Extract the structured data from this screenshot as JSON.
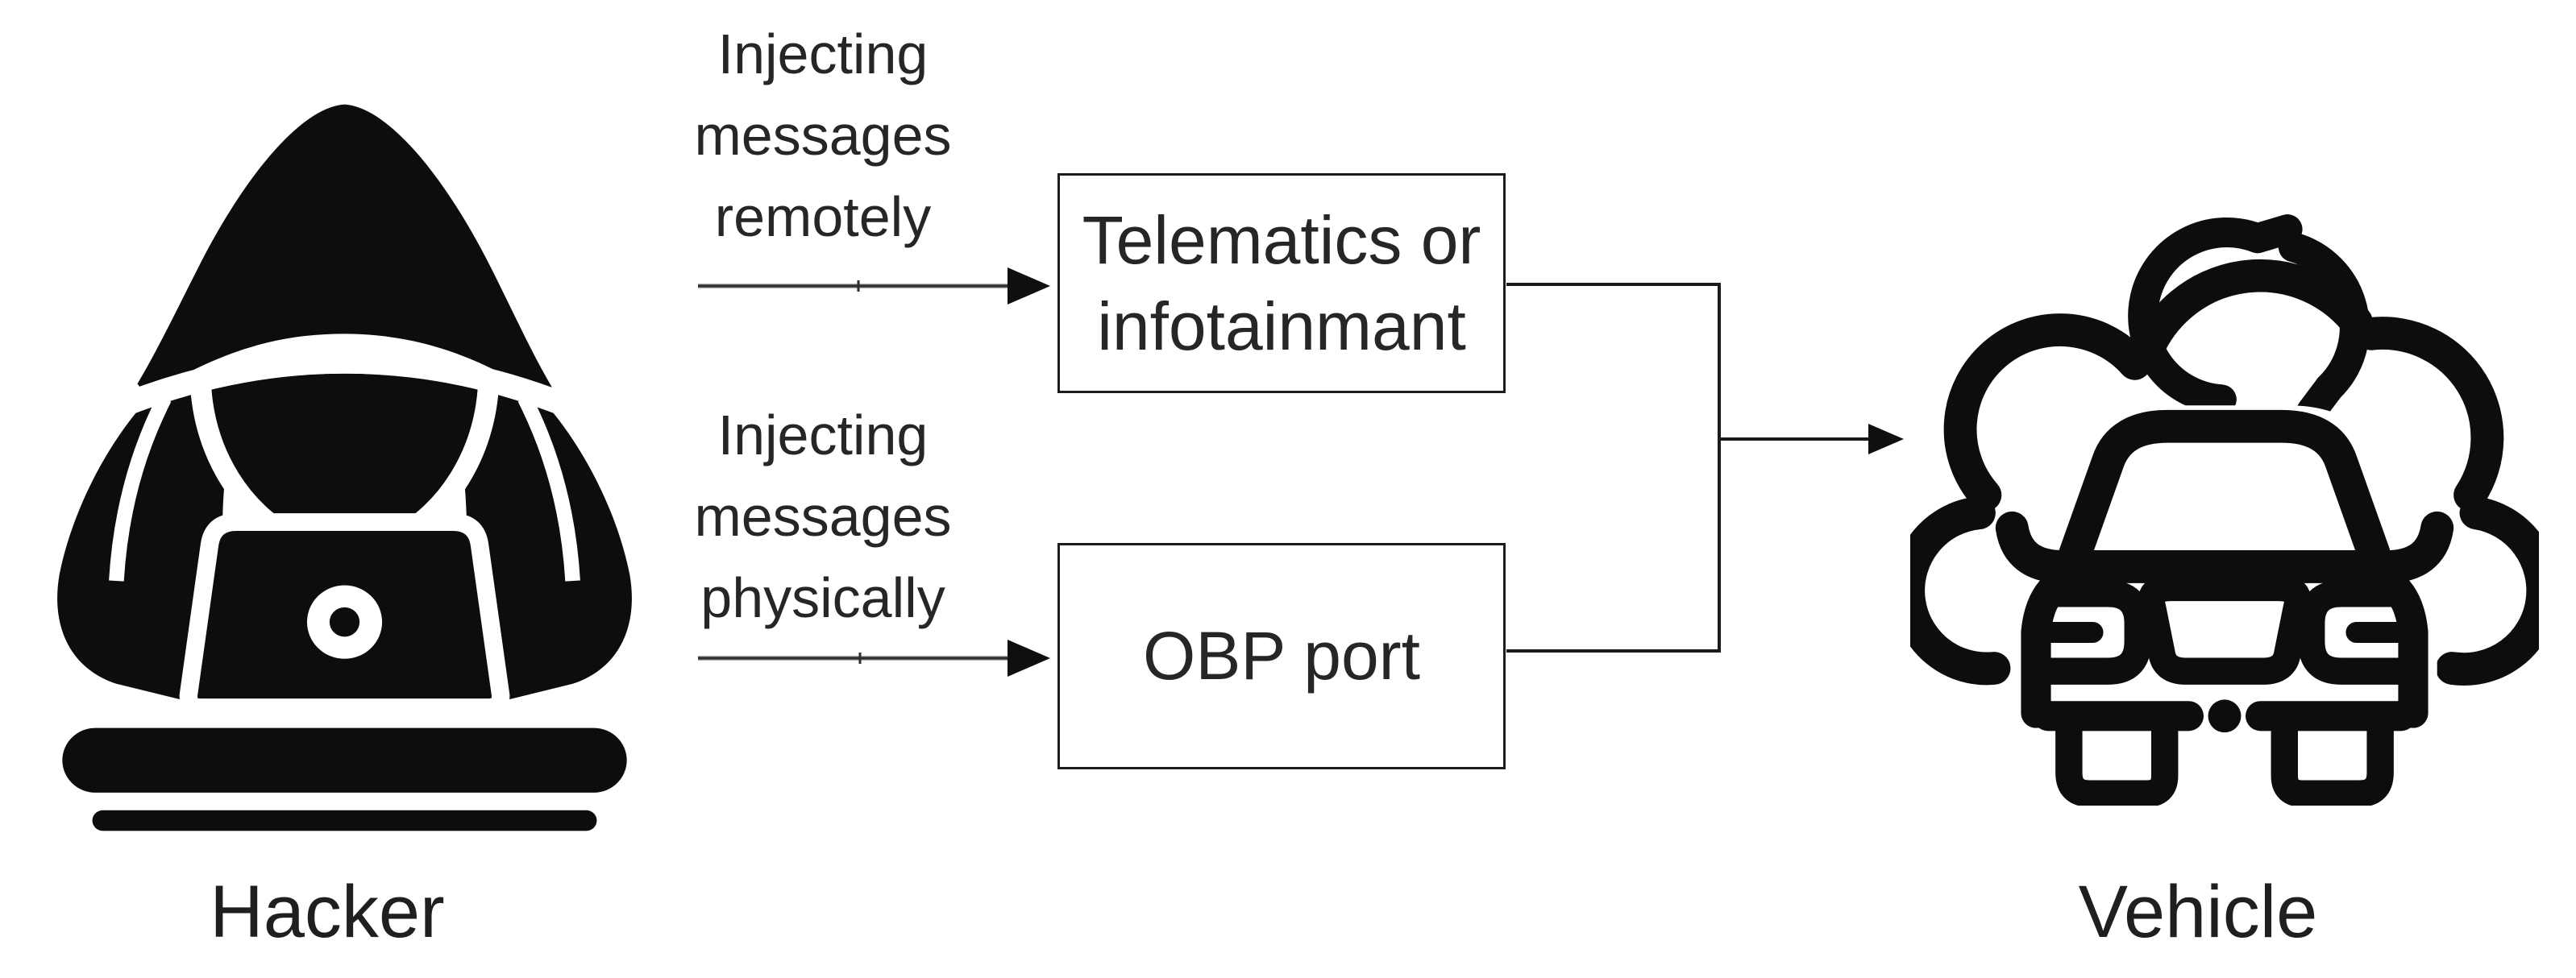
{
  "labels": {
    "hacker": "Hacker",
    "vehicle": "Vehicle",
    "remote_lines": [
      "Injecting",
      "messages",
      "remotely"
    ],
    "physical_lines": [
      "Injecting",
      "messages",
      "physically"
    ]
  },
  "boxes": {
    "telematics_line1": "Telematics or",
    "telematics_line2": "infotainmant",
    "obp": "OBP port"
  },
  "icons": {
    "left_actor": "hacker-at-laptop-icon",
    "right_target": "connected-car-cloud-icon",
    "connectors": "right-arrow"
  },
  "colors": {
    "ink": "#0d0d0d",
    "arrow_shaft": "#5a5a5a",
    "connector": "#1a1a1a",
    "box_border": "#1c1c1c",
    "background": "#ffffff"
  }
}
